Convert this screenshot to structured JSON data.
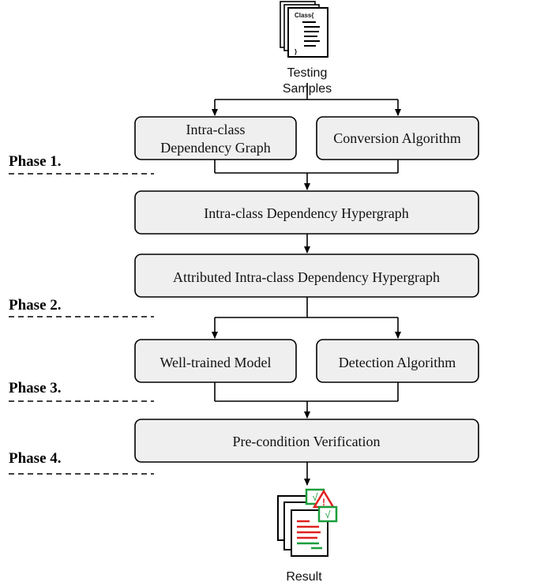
{
  "input": {
    "doc_label": "Class{",
    "doc_close": "}",
    "caption_line1": "Testing",
    "caption_line2": "Samples"
  },
  "nodes": {
    "graph_line1": "Intra-class",
    "graph_line2": "Dependency Graph",
    "conversion": "Conversion Algorithm",
    "hypergraph": "Intra-class Dependency Hypergraph",
    "attributed": "Attributed Intra-class Dependency Hypergraph",
    "model": "Well-trained Model",
    "detection": "Detection Algorithm",
    "verification": "Pre-condition Verification"
  },
  "phases": [
    "Phase 1.",
    "Phase 2.",
    "Phase 3.",
    "Phase 4."
  ],
  "output": {
    "caption": "Result",
    "check_mark": "√",
    "warn_mark": "!"
  },
  "colors": {
    "box_fill": "#efefef",
    "check_green": "#1a9e3a",
    "warn_red": "#e0211f",
    "line_red": "#e0211f"
  }
}
